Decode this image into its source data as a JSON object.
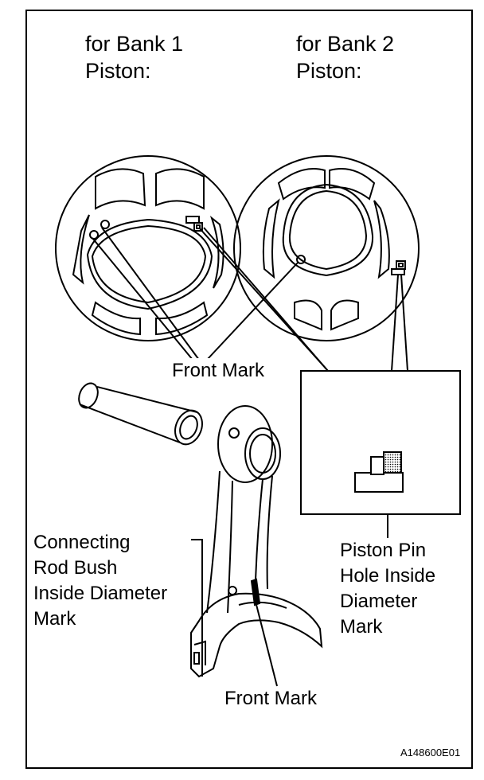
{
  "headings": {
    "bank1_line1": "for Bank 1",
    "bank1_line2": "Piston:",
    "bank2_line1": "for Bank 2",
    "bank2_line2": "Piston:"
  },
  "labels": {
    "front_mark_piston": "Front Mark",
    "front_mark_rod": "Front Mark",
    "bush_mark": [
      "Connecting",
      "Rod Bush",
      "Inside Diameter",
      "Mark"
    ],
    "pin_hole_mark": [
      "Piston Pin",
      "Hole Inside",
      "Diameter",
      "Mark"
    ]
  },
  "figure_code": "A148600E01"
}
